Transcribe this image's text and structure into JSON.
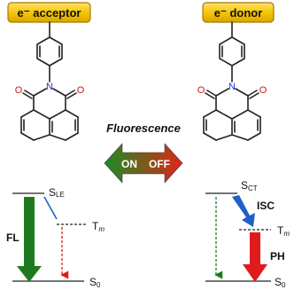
{
  "left_badge": {
    "label": "e⁻ acceptor"
  },
  "right_badge": {
    "label": "e⁻ donor"
  },
  "center": {
    "title": "Fluorescence",
    "on": "ON",
    "off": "OFF"
  },
  "left_diagram": {
    "s_le": "S",
    "s_le_sub": "LE",
    "t_m": "T",
    "t_m_sub": "m",
    "s0": "S",
    "s0_sub": "0",
    "process": "FL"
  },
  "right_diagram": {
    "s_ct": "S",
    "s_ct_sub": "CT",
    "t_m": "T",
    "t_m_sub": "m",
    "s0": "S",
    "s0_sub": "0",
    "isc": "ISC",
    "ph": "PH"
  },
  "atoms": {
    "nitrogen": "N",
    "oxygen": "O"
  },
  "colors": {
    "badge_fill": "#f3c300",
    "badge_edge": "#a87a00",
    "fl_green": "#1f7a1f",
    "ph_red": "#e01b1b",
    "isc_blue": "#1f5fc8",
    "bond": "#222222",
    "nitrogen": "#2233dd",
    "oxygen": "#dd1111"
  }
}
